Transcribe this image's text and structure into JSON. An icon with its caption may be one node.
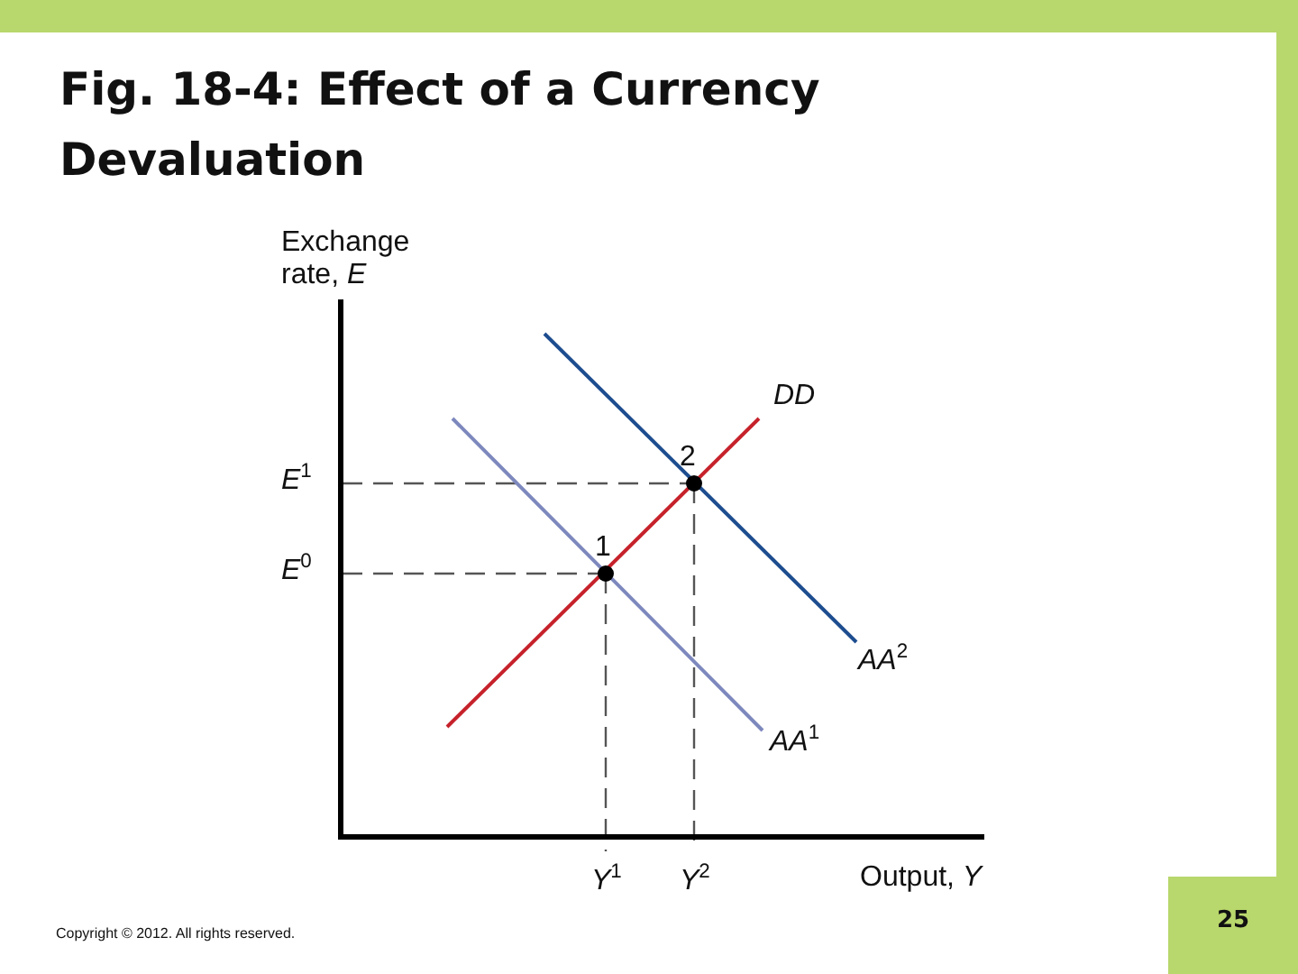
{
  "diagram": {
    "title": "Fig. 18-4: Effect of a Currency Devaluation",
    "labels": [
      "Exchange rate, *E*",
      "DD",
      "2",
      "*E*$^{1}$",
      "1",
      "*E*$^{0}$",
      "*AA*$^{2}$",
      "*AA*$^{1}$",
      "*Y*$^{1}$",
      "*Y*$^{2}$",
      "Output, *Y*",
      "Copyright © 2012. All rights reserved.",
      "25"
    ]
  }
}
